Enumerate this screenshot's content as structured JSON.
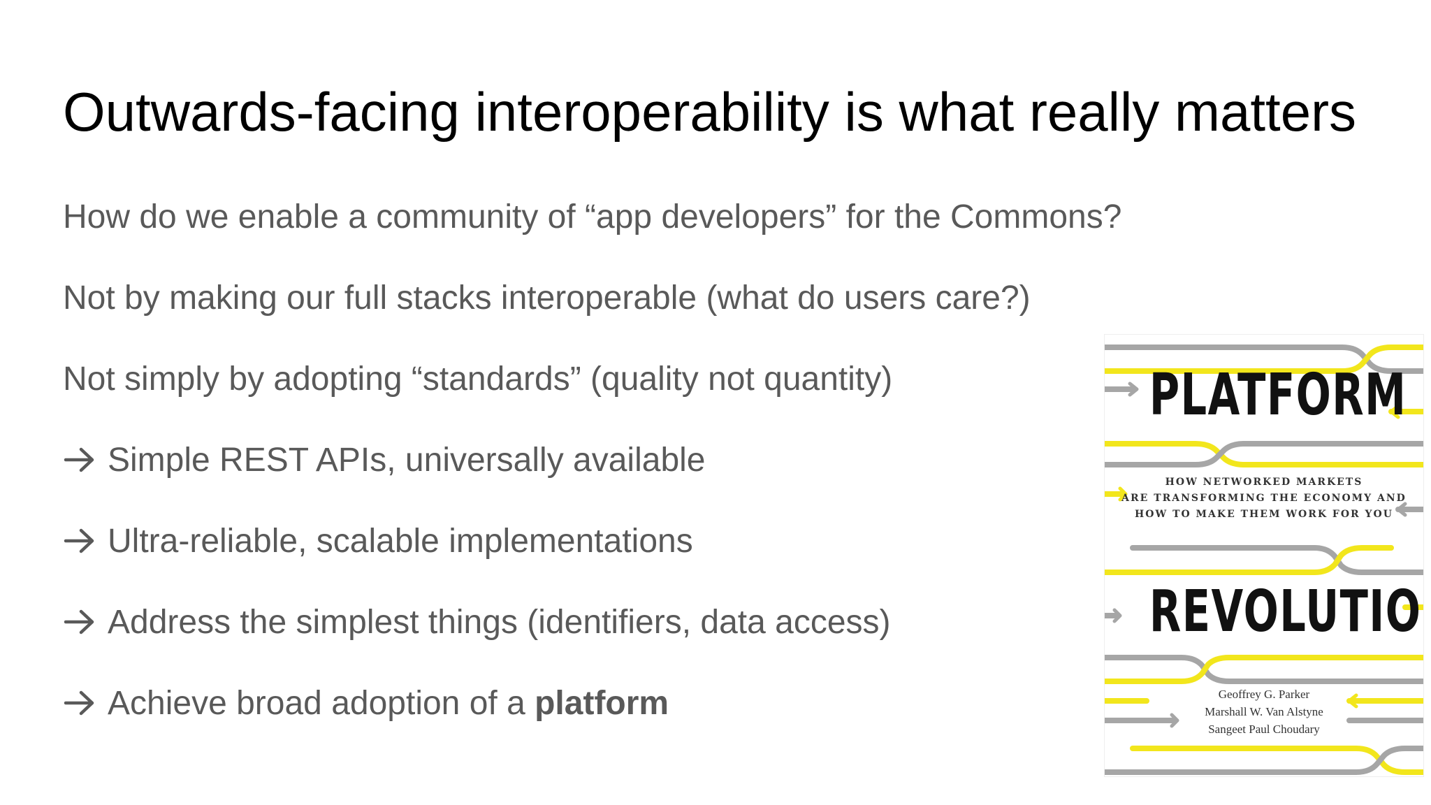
{
  "slide": {
    "title": "Outwards-facing interoperability is what really matters",
    "lines": [
      {
        "text": "How do we enable a community of “app developers” for the Commons?"
      },
      {
        "text": "Not by making our full stacks interoperable (what do users care?)"
      },
      {
        "text": "Not simply by adopting “standards” (quality not quantity)"
      },
      {
        "arrow": "right-arrow-icon",
        "text": "Simple REST APIs, universally available"
      },
      {
        "arrow": "right-arrow-icon",
        "text": "Ultra-reliable, scalable implementations"
      },
      {
        "arrow": "right-arrow-icon",
        "text": "Address the simplest things (identifiers, data access)"
      },
      {
        "arrow": "right-arrow-icon",
        "text": "Achieve broad adoption of a ",
        "bold": "platform"
      }
    ],
    "colors": {
      "title": "#000000",
      "body": "#595959",
      "book_yellow": "#f2e61c",
      "book_gray": "#a6a6a6"
    }
  },
  "book_cover": {
    "title_top": "PLATFORM",
    "subtitle": [
      "HOW NETWORKED MARKETS",
      "ARE TRANSFORMING THE ECONOMY AND",
      "HOW TO MAKE THEM WORK FOR YOU"
    ],
    "title_bottom": "REVOLUTION",
    "authors": [
      "Geoffrey G. Parker",
      "Marshall W. Van Alstyne",
      "Sangeet Paul Choudary"
    ]
  }
}
